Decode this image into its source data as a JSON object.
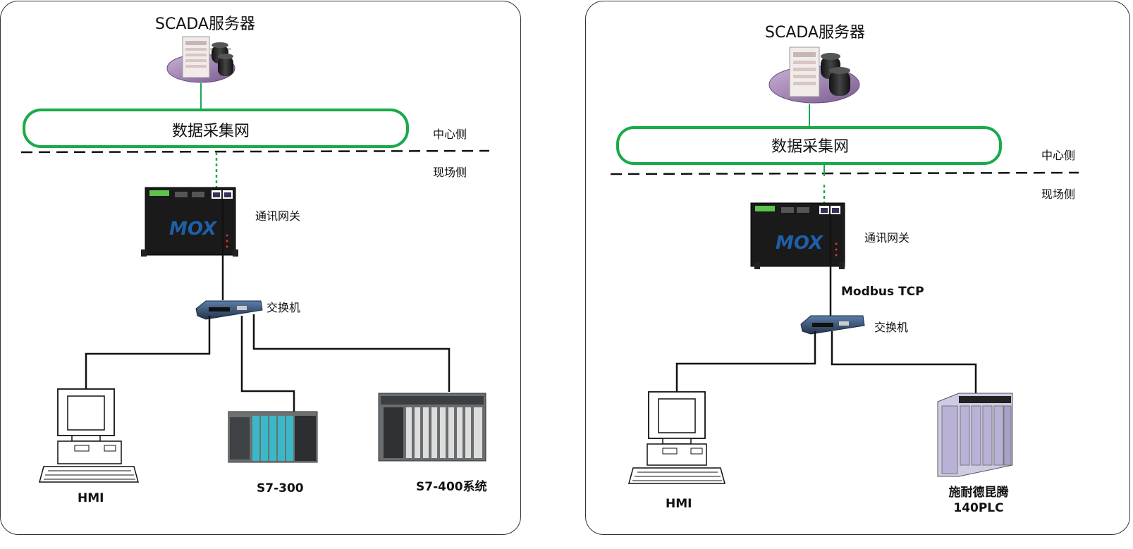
{
  "left": {
    "server_label": "SCADA服务器",
    "network_label": "数据采集网",
    "center_side": "中心侧",
    "field_side": "现场侧",
    "gateway_label": "通讯网关",
    "gateway_brand": "MOX",
    "switch_label": "交换机",
    "hmi_label": "HMI",
    "plc1_label": "S7-300",
    "plc2_label": "S7-400系统"
  },
  "right": {
    "server_label": "SCADA服务器",
    "network_label": "数据采集网",
    "center_side": "中心侧",
    "field_side": "现场侧",
    "gateway_label": "通讯网关",
    "gateway_brand": "MOX",
    "protocol_label": "Modbus TCP",
    "switch_label": "交换机",
    "hmi_label": "HMI",
    "plc_label_line1": "施耐德昆腾",
    "plc_label_line2": "140PLC"
  },
  "colors": {
    "network_ring": "#1aaa4a",
    "link_green": "#1aaa4a",
    "wire": "#111111",
    "gateway_body": "#1a1a1a",
    "gateway_brand": "#1e5fa8",
    "siemens_module": "#3ab8c8",
    "schneider_module": "#b9b2d6"
  }
}
